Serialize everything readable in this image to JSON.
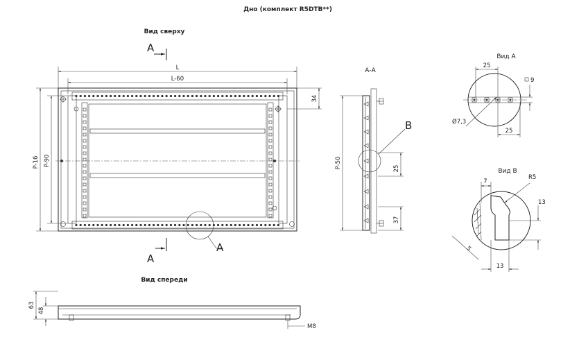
{
  "header": {
    "title": "Дно (комплект R5DTB**)"
  },
  "views": {
    "top": "Вид сверху",
    "front": "Вид спереди",
    "section": "А-А",
    "view_a": "Вид А",
    "view_b": "Вид В"
  },
  "markers": {
    "a": "А",
    "b": "B"
  },
  "dims": {
    "L": "L",
    "L60": "L-60",
    "P16": "P-16",
    "P90": "P-90",
    "d34": "34",
    "P50": "P-50",
    "d25": "25",
    "d37": "37",
    "va25top": "25",
    "va9": "9",
    "va25bot": "25",
    "vaDia": "Ø7,3",
    "vb7": "7",
    "vbR5": "R5",
    "vb13r": "13",
    "vb5": "5",
    "vb13b": "13",
    "f63": "63",
    "f48": "48",
    "fM8": "M8"
  }
}
